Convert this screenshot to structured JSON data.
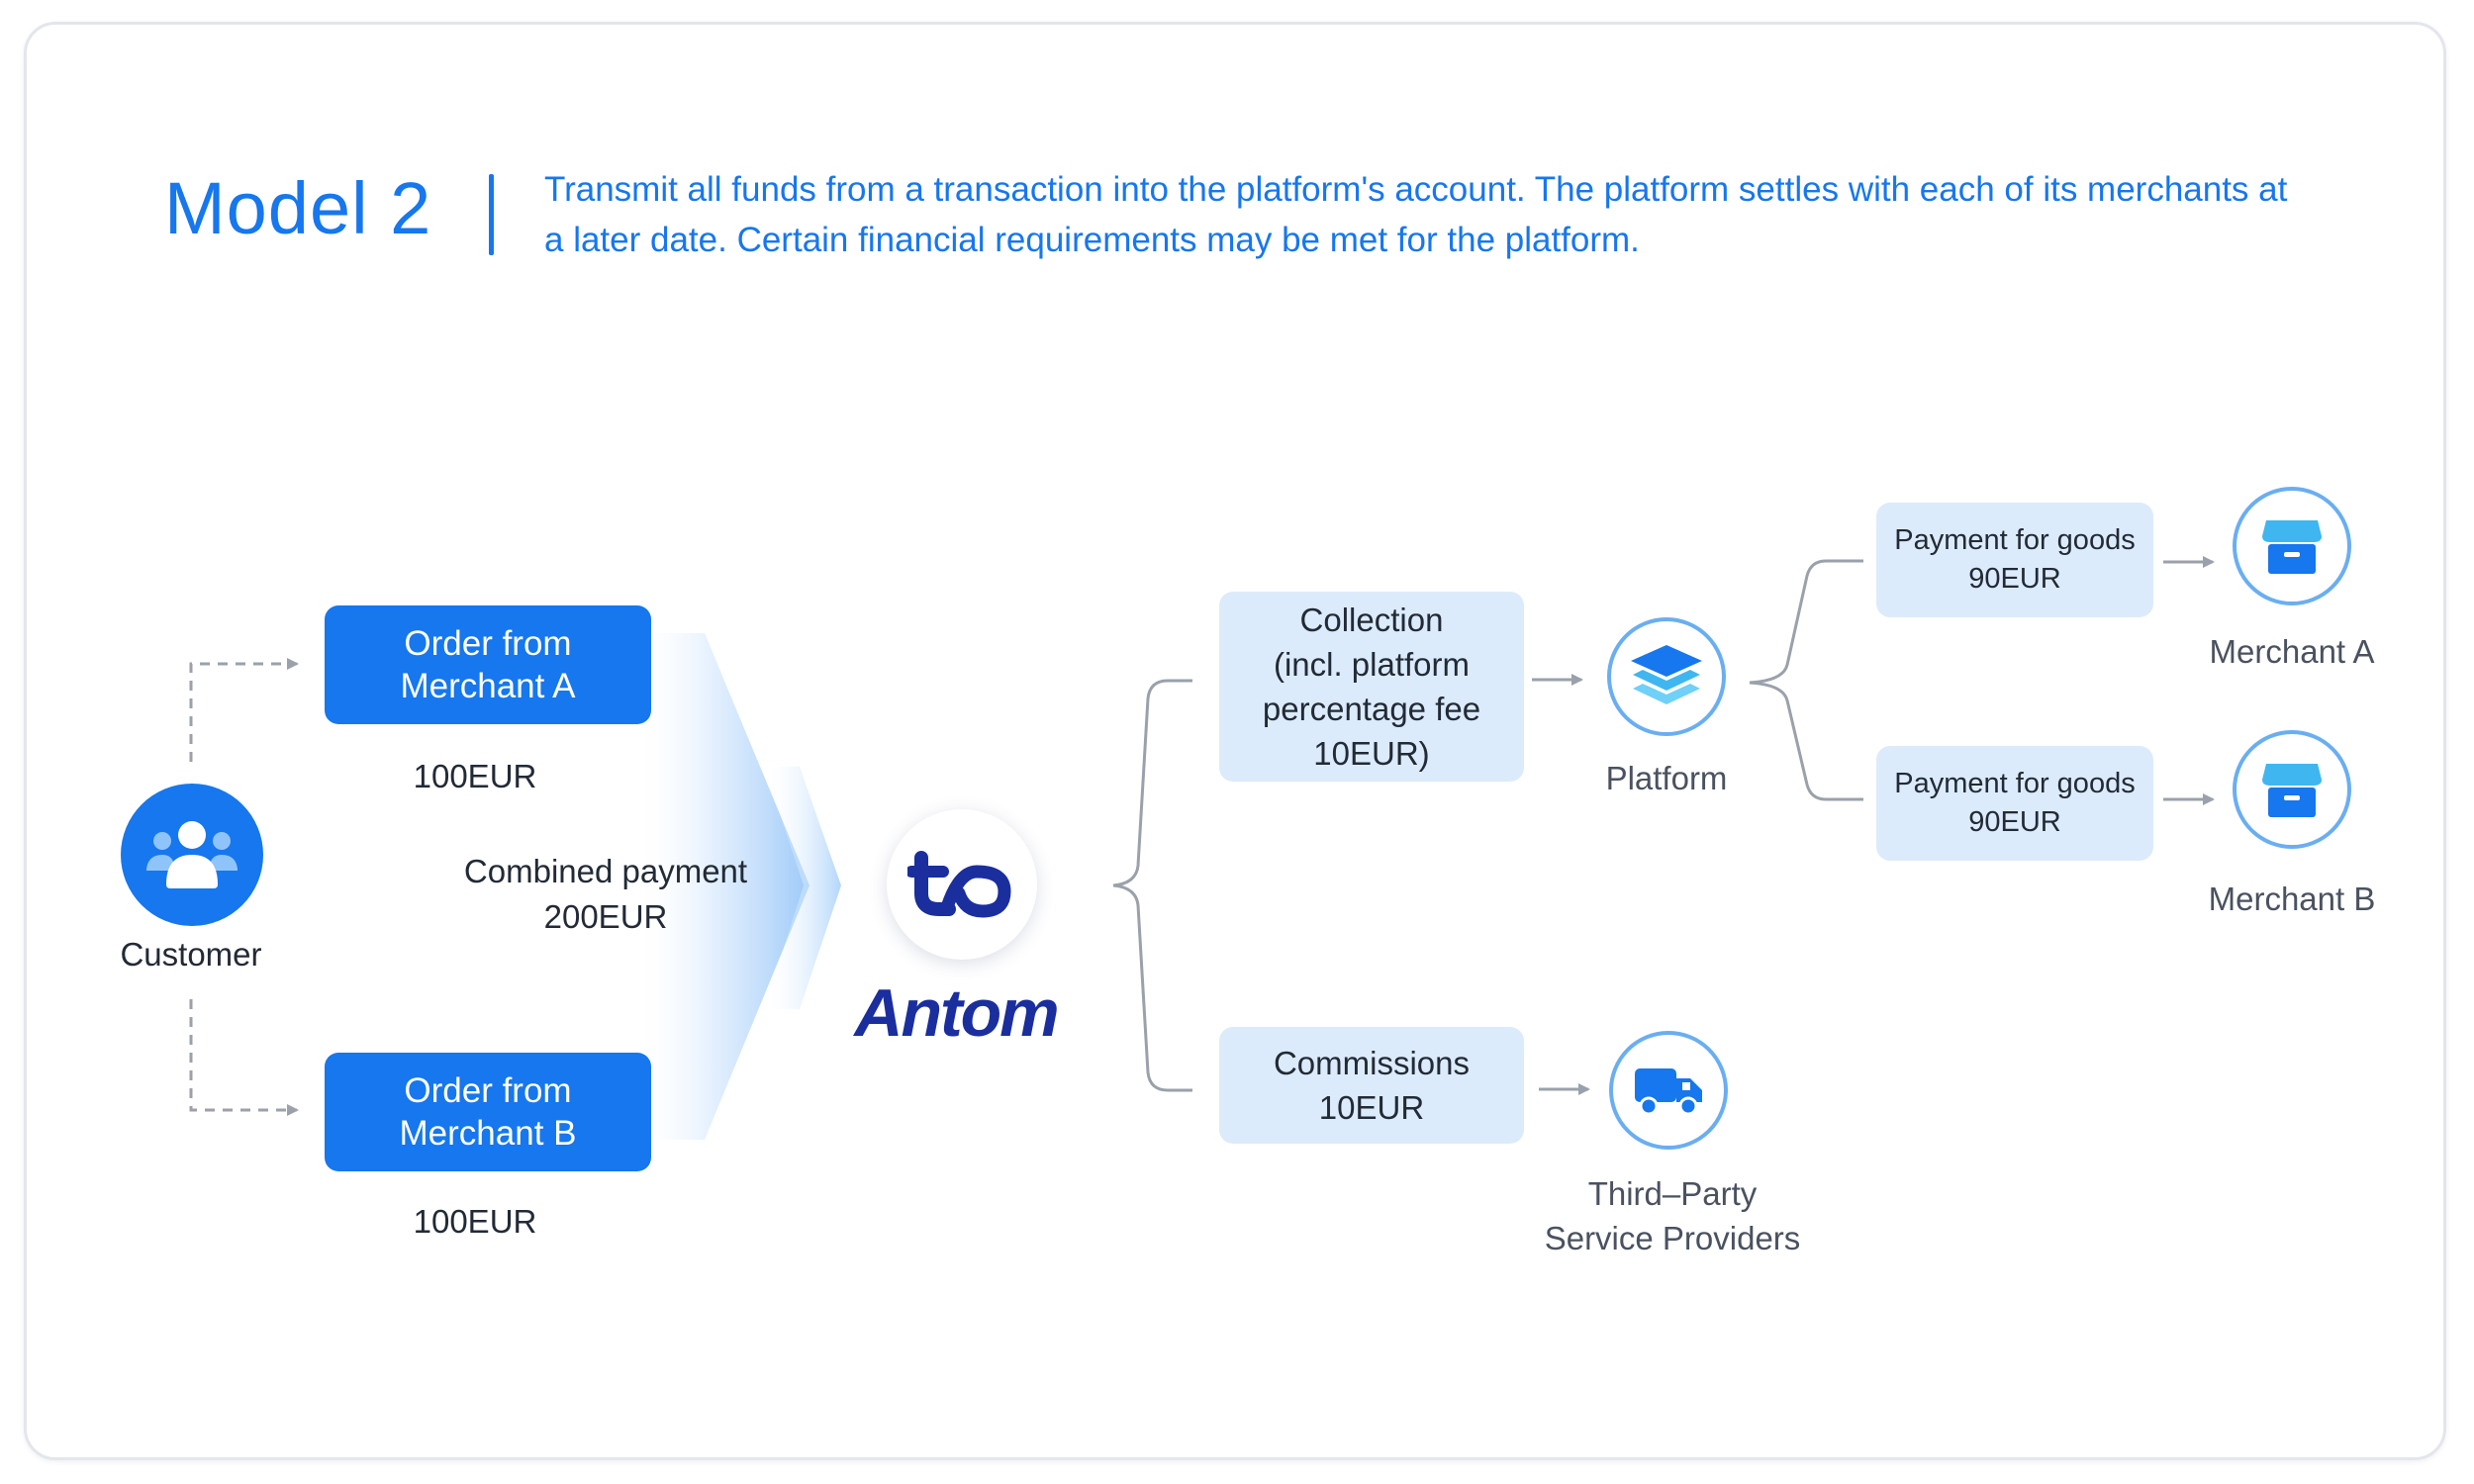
{
  "header": {
    "title": "Model 2",
    "description": "Transmit all funds from a transaction into the platform's account. The platform settles with each of its merchants at a later date. Certain financial requirements may be met for the platform."
  },
  "customer": {
    "label": "Customer",
    "icon": "users-icon"
  },
  "orders": [
    {
      "label": "Order from\nMerchant A",
      "amount": "100EUR"
    },
    {
      "label": "Order from\nMerchant B",
      "amount": "100EUR"
    }
  ],
  "combined_payment": {
    "label": "Combined payment",
    "amount": "200EUR"
  },
  "antom": {
    "logo_text": "Antom"
  },
  "collection": {
    "label": "Collection\n(incl. platform\npercentage fee\n10EUR)"
  },
  "commissions": {
    "label": "Commissions\n10EUR"
  },
  "platform": {
    "label": "Platform",
    "icon": "layers-icon"
  },
  "third_party": {
    "label": "Third–Party\nService Providers",
    "icon": "truck-icon"
  },
  "payments": [
    {
      "label": "Payment for goods\n90EUR"
    },
    {
      "label": "Payment for goods\n90EUR"
    }
  ],
  "merchants": [
    {
      "label": "Merchant A",
      "icon": "store-icon"
    },
    {
      "label": "Merchant B",
      "icon": "store-icon"
    }
  ],
  "colors": {
    "primary_blue": "#1677ee",
    "light_blue_box": "#dcebfb",
    "connector_gray": "#9aa1ab",
    "antom_navy": "#1a2e9e"
  }
}
